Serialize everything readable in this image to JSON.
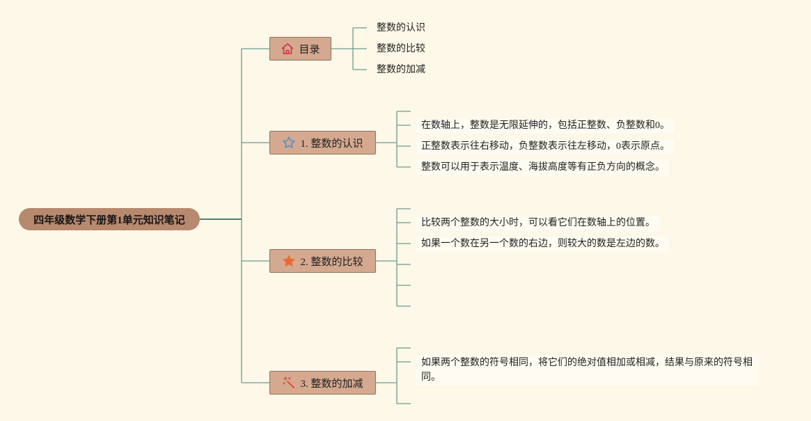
{
  "colors": {
    "background": "#fdf8e7",
    "line": "#6b9b8f",
    "line_dark": "#4c7d75",
    "root_fill": "#b7896f",
    "node_fill": "#d5a98f",
    "node_border": "#8a7464"
  },
  "root": {
    "title": "四年级数学下册第1单元知识笔记"
  },
  "branches": [
    {
      "label": "目录",
      "icon": "house-icon",
      "icon_color": "#d6334f",
      "items": [
        "整数的认识",
        "整数的比较",
        "整数的加减"
      ]
    },
    {
      "label": "1. 整数的认识",
      "icon": "star-outline-icon",
      "icon_color": "#4a90c8",
      "items": [
        "在数轴上，整数是无限延伸的，包括正整数、负整数和0。",
        "正整数表示往右移动，负整数表示往左移动，0表示原点。",
        "整数可以用于表示温度、海拔高度等有正负方向的概念。"
      ]
    },
    {
      "label": "2. 整数的比较",
      "icon": "star-filled-icon",
      "icon_color": "#ec6a32",
      "items": [
        "比较两个整数的大小时，可以看它们在数轴上的位置。",
        "如果一个数在另一个数的右边，则较大的数是左边的数。"
      ]
    },
    {
      "label": "3. 整数的加减",
      "icon": "magic-wand-icon",
      "icon_color": "#e0493a",
      "items": [
        "如果两个整数的符号相同，将它们的绝对值相加或相减，结果与原来的符号相同。"
      ]
    }
  ]
}
